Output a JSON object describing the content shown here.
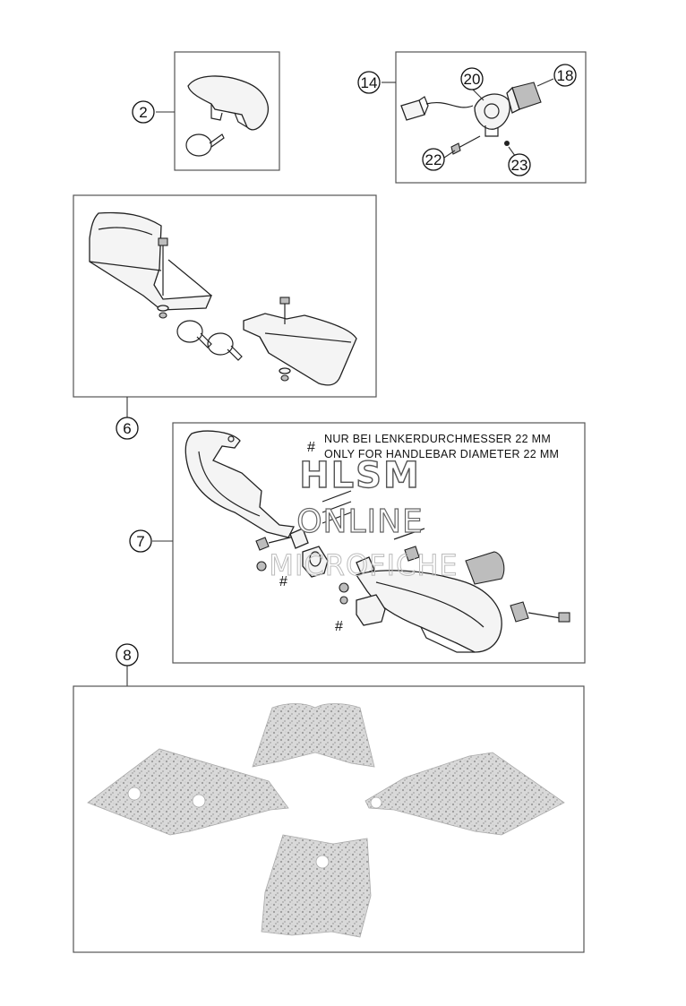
{
  "callouts": {
    "c2": "2",
    "c14": "14",
    "c20": "20",
    "c18": "18",
    "c22": "22",
    "c23": "23",
    "c6": "6",
    "c7": "7",
    "c8": "8"
  },
  "note": {
    "line1": "NUR BEI LENKERDURCHMESSER 22 MM",
    "line2": "ONLY FOR HANDLEBAR DIAMETER 22 MM",
    "marker": "#"
  },
  "watermark": {
    "line1": "HLSM",
    "line2": "ONLINE",
    "line3": "MICROFICHE"
  }
}
